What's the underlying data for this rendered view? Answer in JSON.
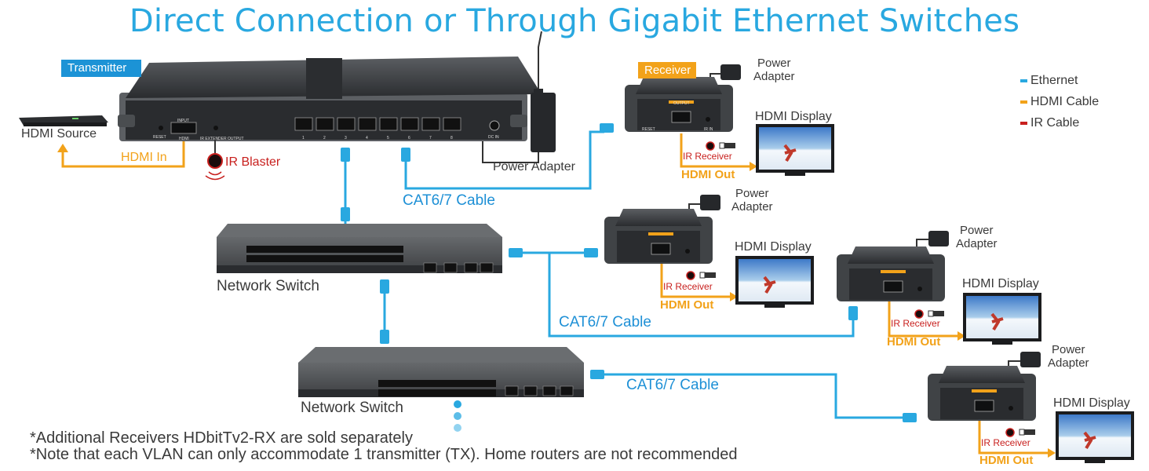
{
  "title": "Direct Connection or Through Gigabit Ethernet Switches",
  "transmitter_tag": "Transmitter",
  "receiver_tag": "Receiver",
  "legend": [
    {
      "label": "Ethernet",
      "color": "#29a8e0"
    },
    {
      "label": "HDMI Cable",
      "color": "#f2a21a"
    },
    {
      "label": "IR Cable",
      "color": "#c8201e"
    }
  ],
  "labels": {
    "hdmi_source": "HDMI Source",
    "hdmi_in": "HDMI In",
    "ir_blaster": "IR Blaster",
    "power_adapter_tx": "Power Adapter",
    "cat6_cable": "CAT6/7 Cable",
    "network_switch": "Network Switch",
    "power": "Power",
    "adapter": "Adapter",
    "hdmi_display": "HDMI Display",
    "ir_receiver": "IR Receiver",
    "hdmi_out": "HDMI Out"
  },
  "device_text": {
    "reset": "RESET",
    "hdmi": "HDMI",
    "input": "INPUT",
    "output": "OUTPUT",
    "ir_extender_output": "IR EXTENDER OUTPUT",
    "dc_in": "DC IN",
    "ir_in": "IR IN",
    "ports": [
      "1",
      "2",
      "3",
      "4",
      "5",
      "6",
      "7",
      "8"
    ]
  },
  "notes": [
    "*Additional Receivers HDbitTv2-RX are sold separately",
    "*Note that each VLAN can only accommodate 1 transmitter (TX). Home routers are not recommended"
  ]
}
